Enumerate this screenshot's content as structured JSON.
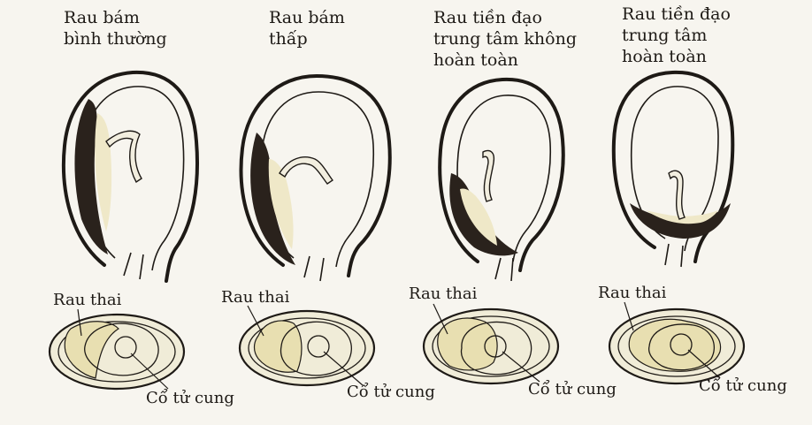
{
  "panels": [
    {
      "title_lines": [
        "Rau bám",
        "bình thường"
      ],
      "placenta_label": "Rau thai",
      "cervix_label": "Cổ tử cung"
    },
    {
      "title_lines": [
        "Rau bám",
        "thấp"
      ],
      "placenta_label": "Rau thai",
      "cervix_label": "Cổ tử cung"
    },
    {
      "title_lines": [
        "Rau tiền đạo",
        "trung tâm không",
        "hoàn toàn"
      ],
      "placenta_label": "Rau thai",
      "cervix_label": "Cổ tử cung"
    },
    {
      "title_lines": [
        "Rau tiền đạo",
        "trung tâm",
        "hoàn toàn"
      ],
      "placenta_label": "Rau thai",
      "cervix_label": "Cổ tử cung"
    }
  ]
}
